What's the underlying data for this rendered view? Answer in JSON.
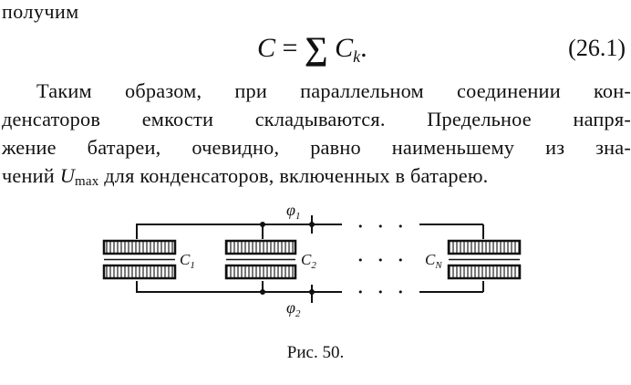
{
  "intro_text": "получим",
  "formula": {
    "lhs": "C",
    "equals": "=",
    "sigma": "∑",
    "term": "C",
    "subscript": "k",
    "period": ".",
    "number": "(26.1)"
  },
  "paragraph": {
    "line1": "Таким образом, при параллельном соединении кон-",
    "line2": "денсаторов емкости складываются. Предельное напря-",
    "line3": "жение батареи, очевидно, равно наименьшему из зна-",
    "line4_a": "чений ",
    "line4_var": "U",
    "line4_sub": "max",
    "line4_b": " для конденсаторов, включенных в батарею."
  },
  "figure": {
    "phi_top": "φ",
    "phi_top_sub": "1",
    "phi_bottom": "φ",
    "phi_bottom_sub": "2",
    "capacitors": [
      {
        "label": "C",
        "sub": "1"
      },
      {
        "label": "C",
        "sub": "2"
      },
      {
        "label": "C",
        "sub": "N"
      }
    ],
    "dots_top": "• • •",
    "dots_middle": "• • •",
    "dots_bottom": "• • •"
  },
  "caption": "Рис. 50."
}
